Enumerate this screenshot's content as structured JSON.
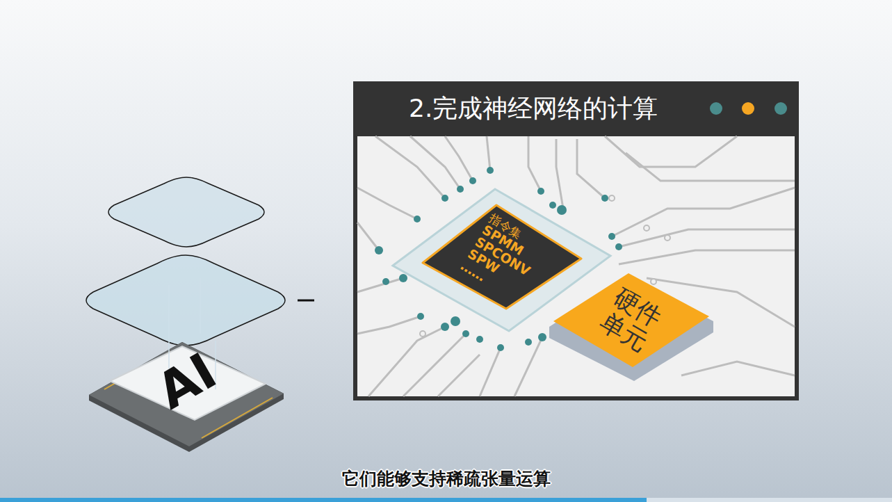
{
  "diagram": {
    "title": "2.完成神经网络的计算",
    "caption": "它们能够支持稀疏张量运算",
    "nodes": [
      {
        "text": [
          "AI"
        ]
      },
      {
        "text": [
          "指令集",
          "SPMM",
          "SPCONV",
          "SPW",
          "……"
        ]
      },
      {
        "text": [
          "硬件 单元"
        ]
      }
    ]
  }
}
